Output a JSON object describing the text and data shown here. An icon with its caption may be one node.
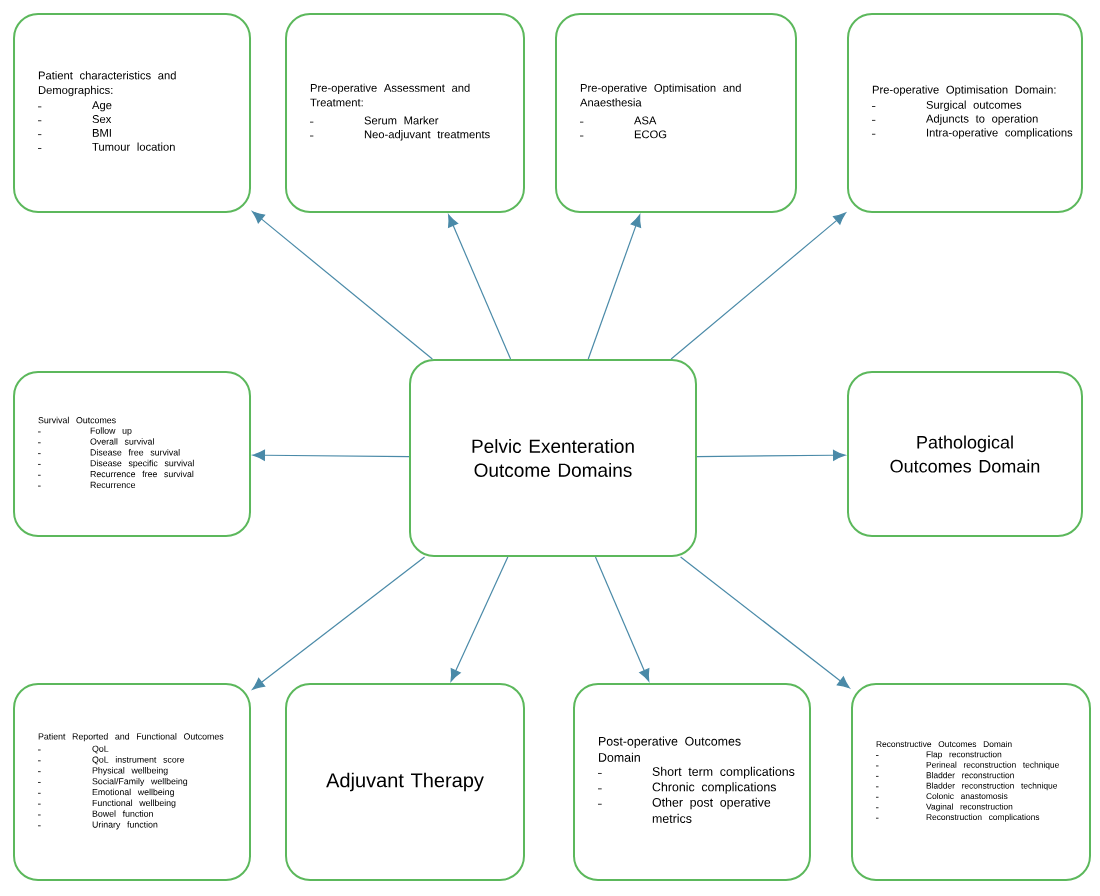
{
  "diagram": {
    "nodes": [
      {
        "text": [
          "Pelvic Exenteration Outcome Domains"
        ]
      },
      {
        "text": [
          "Patient characteristics and Demographics:",
          "Age",
          "Sex",
          "BMI",
          "Tumour location"
        ]
      },
      {
        "text": [
          "Pre-operative Assessment and Treatment:",
          "Serum Marker",
          "Neo-adjuvant treatments"
        ]
      },
      {
        "text": [
          "Pre-operative Optimisation and Anaesthesia",
          "ASA",
          "ECOG"
        ]
      },
      {
        "text": [
          "Pre-operative Optimisation Domain:",
          "Surgical outcomes",
          "Adjuncts to operation",
          "Intra-operative complications"
        ]
      },
      {
        "text": [
          "Survival Outcomes",
          "Follow up",
          "Overall survival",
          "Disease free survival",
          "Disease specific survival",
          "Recurrence free survival",
          "Recurrence"
        ]
      },
      {
        "text": [
          "Pathological Outcomes Domain"
        ]
      },
      {
        "text": [
          "Patient Reported and Functional Outcomes",
          "QoL",
          "QoL instrument score",
          "Physical wellbeing",
          "Social/Family wellbeing",
          "Emotional wellbeing",
          "Functional wellbeing",
          "Bowel function",
          "Urinary function"
        ]
      },
      {
        "text": [
          "Adjuvant Therapy"
        ]
      },
      {
        "text": [
          "Post-operative Outcomes Domain",
          "Short term complications",
          "Chronic complications",
          "Other post operative metrics"
        ]
      },
      {
        "text": [
          "Reconstructive Outcomes Domain",
          "Flap reconstruction",
          "Perineal reconstruction technique",
          "Bladder reconstruction",
          "Bladder reconstruction technique",
          "Colonic anastomosis",
          "Vaginal reconstruction",
          "Reconstruction complications"
        ]
      }
    ],
    "edges": [
      {
        "from": 0,
        "to": 1,
        "arrow": "to"
      },
      {
        "from": 0,
        "to": 2,
        "arrow": "to"
      },
      {
        "from": 0,
        "to": 3,
        "arrow": "to"
      },
      {
        "from": 0,
        "to": 4,
        "arrow": "to"
      },
      {
        "from": 0,
        "to": 5,
        "arrow": "to"
      },
      {
        "from": 0,
        "to": 6,
        "arrow": "to"
      },
      {
        "from": 0,
        "to": 7,
        "arrow": "to"
      },
      {
        "from": 0,
        "to": 8,
        "arrow": "to"
      },
      {
        "from": 0,
        "to": 9,
        "arrow": "to"
      },
      {
        "from": 0,
        "to": 10,
        "arrow": "to"
      }
    ]
  }
}
